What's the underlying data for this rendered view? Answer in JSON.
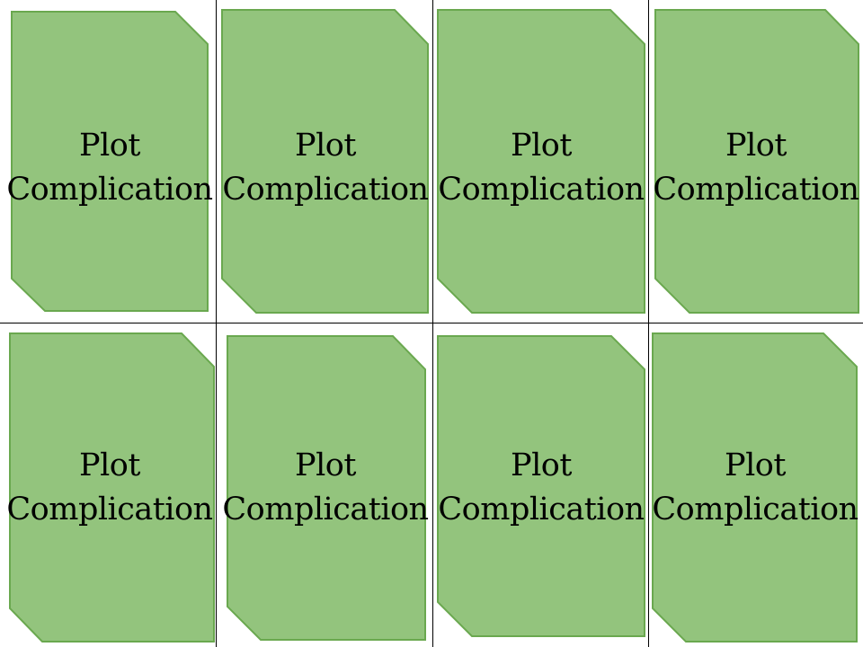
{
  "cards": [
    {
      "line1": "Plot",
      "line2": "Complication"
    },
    {
      "line1": "Plot",
      "line2": "Complication"
    },
    {
      "line1": "Plot",
      "line2": "Complication"
    },
    {
      "line1": "Plot",
      "line2": "Complication"
    },
    {
      "line1": "Plot",
      "line2": "Complication"
    },
    {
      "line1": "Plot",
      "line2": "Complication"
    },
    {
      "line1": "Plot",
      "line2": "Complication"
    },
    {
      "line1": "Plot",
      "line2": "Complication"
    }
  ],
  "colors": {
    "card_fill": "#93c47d",
    "card_stroke": "#6aa84f",
    "grid": "#000000",
    "text": "#000000"
  }
}
